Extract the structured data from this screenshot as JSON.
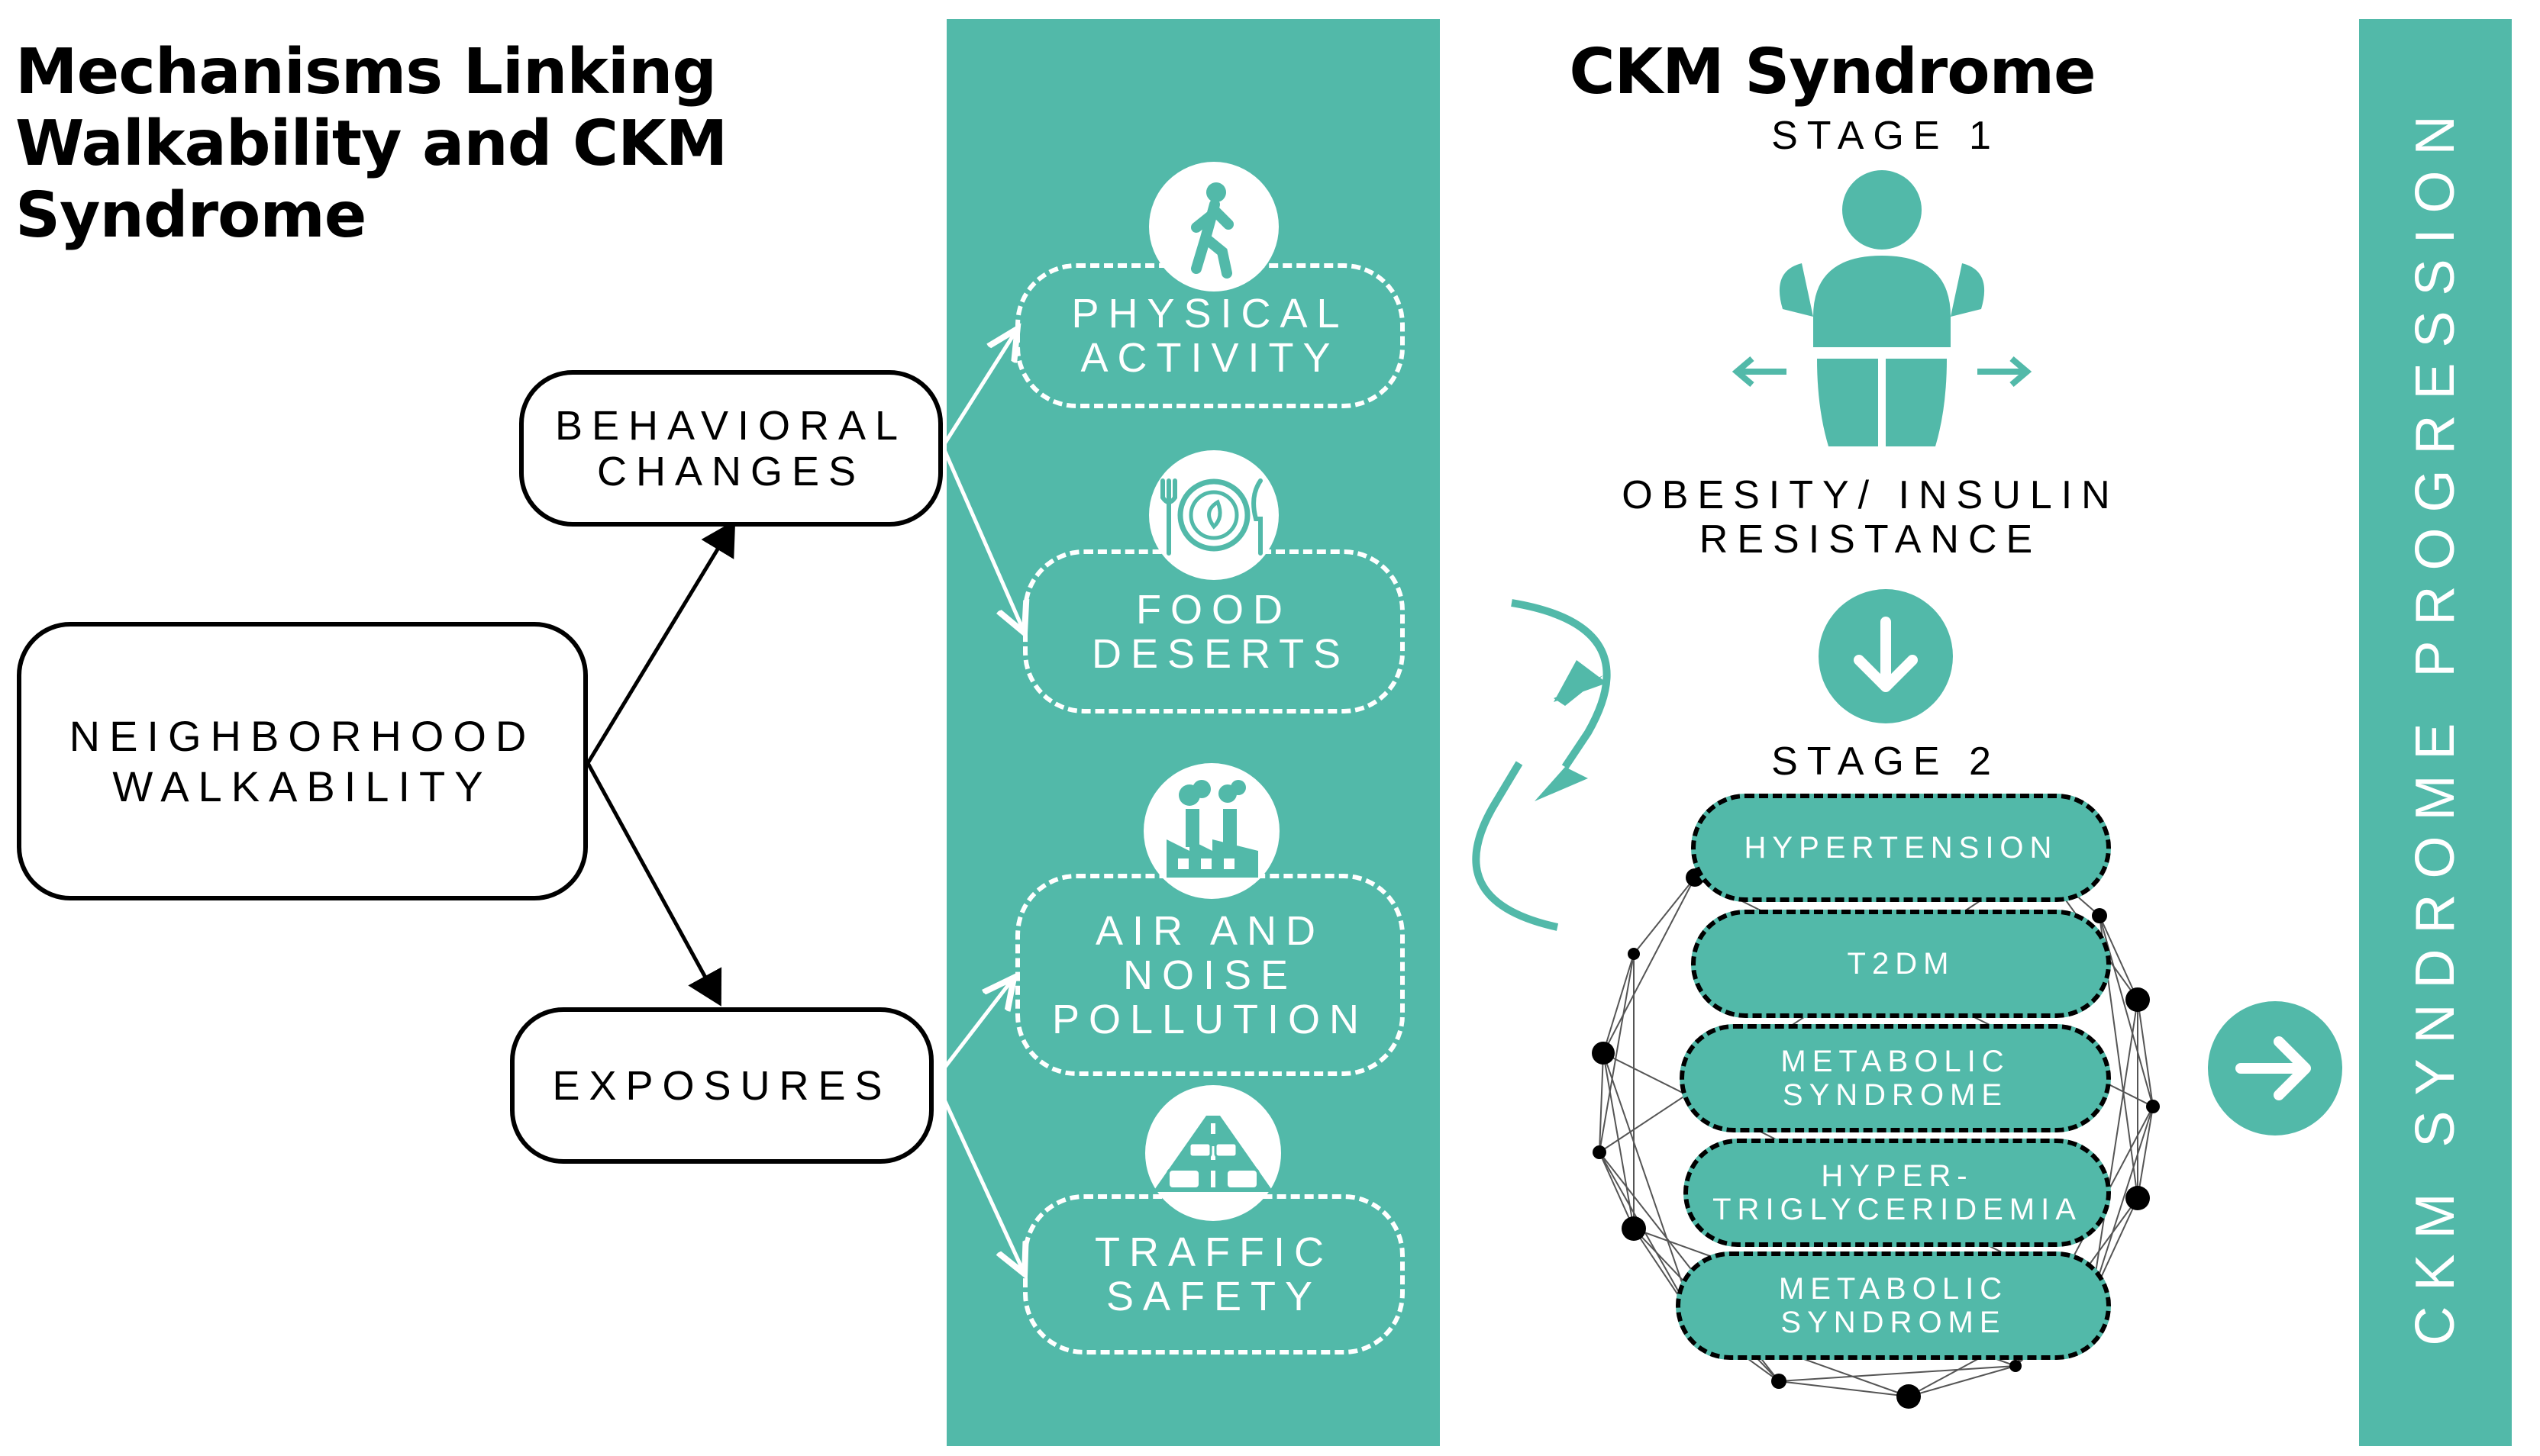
{
  "title": "Mechanisms Linking Walkability and CKM Syndrome",
  "nodes": {
    "neighborhood": "NEIGHBORHOOD WALKABILITY",
    "behavioral": "BEHAVIORAL CHANGES",
    "exposures": "EXPOSURES"
  },
  "mechanisms": {
    "physical_activity": "PHYSICAL ACTIVITY",
    "food_deserts": "FOOD DESERTS",
    "air_noise": "AIR AND NOISE POLLUTION",
    "traffic_safety": "TRAFFIC SAFETY"
  },
  "ckm": {
    "title": "CKM Syndrome",
    "stage1_label": "STAGE 1",
    "stage1_desc": "OBESITY/ INSULIN RESISTANCE",
    "stage2_label": "STAGE 2",
    "stage2_items": [
      "HYPERTENSION",
      "T2DM",
      "METABOLIC SYNDROME",
      "HYPER-TRIGLYCERIDEMIA",
      "METABOLIC SYNDROME"
    ]
  },
  "progression_label": "CKM SYNDROME PROGRESSION",
  "colors": {
    "teal": "#52b9a9",
    "black": "#000000",
    "white": "#ffffff"
  },
  "icons": [
    "walking-person-icon",
    "plate-utensils-icon",
    "factory-icon",
    "traffic-icon",
    "body-figure-icon",
    "cycle-arrows-icon",
    "down-arrow-icon",
    "right-arrow-icon"
  ]
}
